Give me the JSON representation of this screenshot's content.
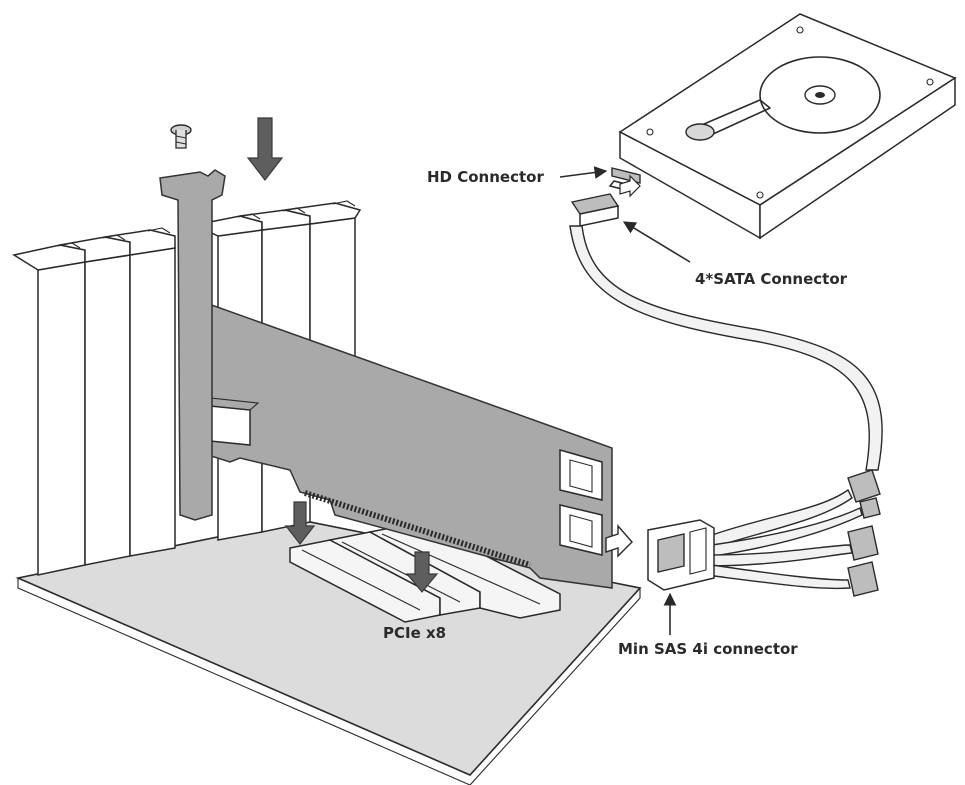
{
  "labels": {
    "hd_connector": "HD Connector",
    "sata_connector": "4*SATA Connector",
    "pcie": "PCIe x8",
    "sas_connector": "Min SAS 4i connector"
  },
  "icons": {
    "screw": "screw-icon",
    "insert_arrow": "down-arrow-icon",
    "plug_arrow": "right-arrow-icon"
  },
  "colors": {
    "card": "#a9a9a9",
    "line": "#2a2a2a",
    "arrow": "#5e5e5e",
    "board": "#dcdcdc"
  }
}
